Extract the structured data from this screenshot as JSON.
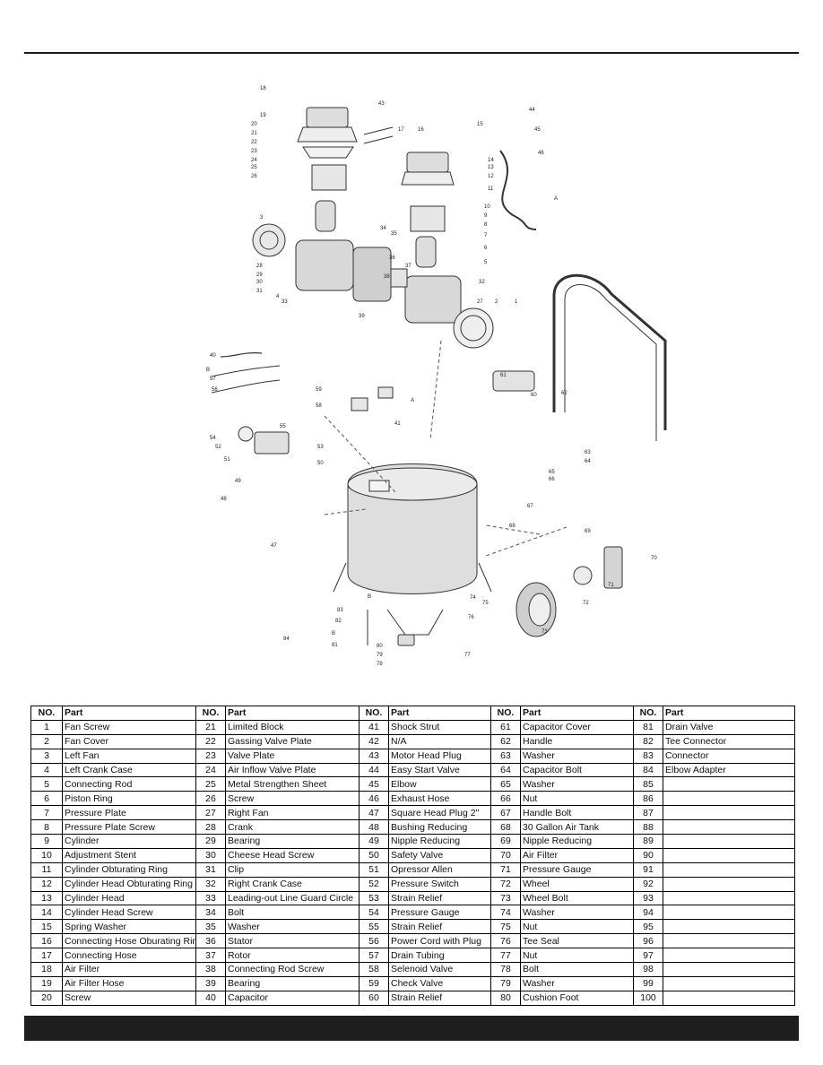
{
  "table": {
    "header_no": "NO.",
    "header_part": "Part",
    "columns": [
      [
        [
          "1",
          "Fan Screw"
        ],
        [
          "2",
          "Fan Cover"
        ],
        [
          "3",
          "Left Fan"
        ],
        [
          "4",
          "Left Crank Case"
        ],
        [
          "5",
          "Connecting Rod"
        ],
        [
          "6",
          "Piston Ring"
        ],
        [
          "7",
          "Pressure Plate"
        ],
        [
          "8",
          "Pressure Plate Screw"
        ],
        [
          "9",
          "Cylinder"
        ],
        [
          "10",
          "Adjustment Stent"
        ],
        [
          "11",
          "Cylinder Obturating Ring"
        ],
        [
          "12",
          "Cylinder Head Obturating Ring"
        ],
        [
          "13",
          "Cylinder Head"
        ],
        [
          "14",
          "Cylinder Head Screw"
        ],
        [
          "15",
          "Spring Washer"
        ],
        [
          "16",
          "Connecting Hose Oburating Ring"
        ],
        [
          "17",
          "Connecting Hose"
        ],
        [
          "18",
          "Air Filter"
        ],
        [
          "19",
          "Air Filter Hose"
        ],
        [
          "20",
          "Screw"
        ]
      ],
      [
        [
          "21",
          "Limited Block"
        ],
        [
          "22",
          "Gassing Valve Plate"
        ],
        [
          "23",
          "Valve Plate"
        ],
        [
          "24",
          "Air Inflow Valve Plate"
        ],
        [
          "25",
          "Metal Strengthen Sheet"
        ],
        [
          "26",
          "Screw"
        ],
        [
          "27",
          "Right Fan"
        ],
        [
          "28",
          "Crank"
        ],
        [
          "29",
          "Bearing"
        ],
        [
          "30",
          "Cheese Head Screw"
        ],
        [
          "31",
          "Clip"
        ],
        [
          "32",
          "Right Crank Case"
        ],
        [
          "33",
          "Leading-out Line Guard Circle"
        ],
        [
          "34",
          "Bolt"
        ],
        [
          "35",
          "Washer"
        ],
        [
          "36",
          "Stator"
        ],
        [
          "37",
          "Rotor"
        ],
        [
          "38",
          "Connecting Rod Screw"
        ],
        [
          "39",
          "Bearing"
        ],
        [
          "40",
          "Capacitor"
        ]
      ],
      [
        [
          "41",
          "Shock Strut"
        ],
        [
          "42",
          "N/A"
        ],
        [
          "43",
          "Motor Head Plug"
        ],
        [
          "44",
          "Easy Start Valve"
        ],
        [
          "45",
          "Elbow"
        ],
        [
          "46",
          "Exhaust Hose"
        ],
        [
          "47",
          "Square Head Plug 2\""
        ],
        [
          "48",
          "Bushing Reducing"
        ],
        [
          "49",
          "Nipple Reducing"
        ],
        [
          "50",
          "Safety Valve"
        ],
        [
          "51",
          "Opressor Allen"
        ],
        [
          "52",
          "Pressure Switch"
        ],
        [
          "53",
          "Strain Relief"
        ],
        [
          "54",
          "Pressure Gauge"
        ],
        [
          "55",
          "Strain Relief"
        ],
        [
          "56",
          "Power Cord with Plug"
        ],
        [
          "57",
          "Drain Tubing"
        ],
        [
          "58",
          "Selenoid Valve"
        ],
        [
          "59",
          "Check Valve"
        ],
        [
          "60",
          "Strain Relief"
        ]
      ],
      [
        [
          "61",
          "Capacitor Cover"
        ],
        [
          "62",
          "Handle"
        ],
        [
          "63",
          "Washer"
        ],
        [
          "64",
          "Capacitor Bolt"
        ],
        [
          "65",
          "Washer"
        ],
        [
          "66",
          "Nut"
        ],
        [
          "67",
          "Handle Bolt"
        ],
        [
          "68",
          "30 Gallon Air Tank"
        ],
        [
          "69",
          "Nipple Reducing"
        ],
        [
          "70",
          "Air Filter"
        ],
        [
          "71",
          "Pressure Gauge"
        ],
        [
          "72",
          "Wheel"
        ],
        [
          "73",
          "Wheel Bolt"
        ],
        [
          "74",
          "Washer"
        ],
        [
          "75",
          "Nut"
        ],
        [
          "76",
          "Tee Seal"
        ],
        [
          "77",
          "Nut"
        ],
        [
          "78",
          "Bolt"
        ],
        [
          "79",
          "Washer"
        ],
        [
          "80",
          "Cushion Foot"
        ]
      ],
      [
        [
          "81",
          "Drain Valve"
        ],
        [
          "82",
          "Tee Connector"
        ],
        [
          "83",
          "Connector"
        ],
        [
          "84",
          "Elbow Adapter"
        ],
        [
          "85",
          ""
        ],
        [
          "86",
          ""
        ],
        [
          "87",
          ""
        ],
        [
          "88",
          ""
        ],
        [
          "89",
          ""
        ],
        [
          "90",
          ""
        ],
        [
          "91",
          ""
        ],
        [
          "92",
          ""
        ],
        [
          "93",
          ""
        ],
        [
          "94",
          ""
        ],
        [
          "95",
          ""
        ],
        [
          "96",
          ""
        ],
        [
          "97",
          ""
        ],
        [
          "98",
          ""
        ],
        [
          "99",
          ""
        ],
        [
          "100",
          ""
        ]
      ]
    ]
  },
  "diagram": {
    "callouts": [
      "18",
      "43",
      "19",
      "20",
      "21",
      "22",
      "23",
      "24",
      "25",
      "26",
      "17",
      "16",
      "15",
      "14",
      "13",
      "12",
      "11",
      "44",
      "45",
      "46",
      "A",
      "10",
      "9",
      "8",
      "7",
      "6",
      "5",
      "3",
      "34",
      "35",
      "28",
      "29",
      "30",
      "31",
      "4",
      "33",
      "36",
      "37",
      "38",
      "39",
      "32",
      "27",
      "2",
      "1",
      "40",
      "B",
      "57",
      "56",
      "41",
      "61",
      "60",
      "62",
      "59",
      "58",
      "A",
      "55",
      "54",
      "52",
      "53",
      "51",
      "50",
      "49",
      "48",
      "63",
      "64",
      "65",
      "66",
      "67",
      "68",
      "47",
      "69",
      "70",
      "71",
      "72",
      "73",
      "74",
      "75",
      "76",
      "B",
      "83",
      "82",
      "84",
      "B",
      "81",
      "80",
      "79",
      "78",
      "77"
    ]
  }
}
